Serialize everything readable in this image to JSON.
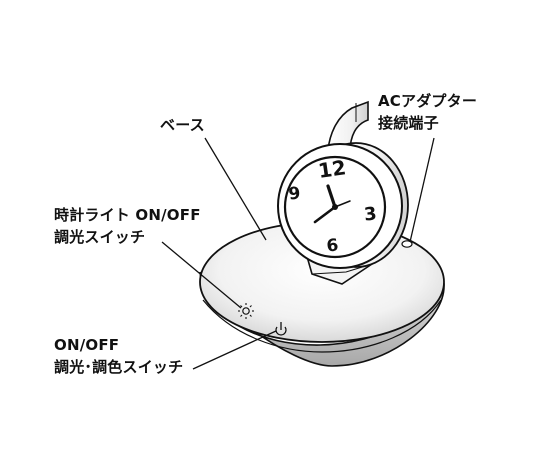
{
  "labels": {
    "base": "ベース",
    "ac_adapter_line1": "ACアダプター",
    "ac_adapter_line2": "接続端子",
    "clock_light_line1": "時計ライト ON/OFF",
    "clock_light_line2": "調光スイッチ",
    "onoff_line1": "ON/OFF",
    "onoff_line2": "調光･調色スイッチ"
  },
  "clock": {
    "numerals": {
      "twelve": "12",
      "three": "3",
      "six": "6",
      "nine": "9"
    }
  },
  "colors": {
    "line": "#111111",
    "base_shade": "#d9d9d9",
    "base_underside": "#bdbdbd",
    "body_fill": "#ffffff"
  }
}
